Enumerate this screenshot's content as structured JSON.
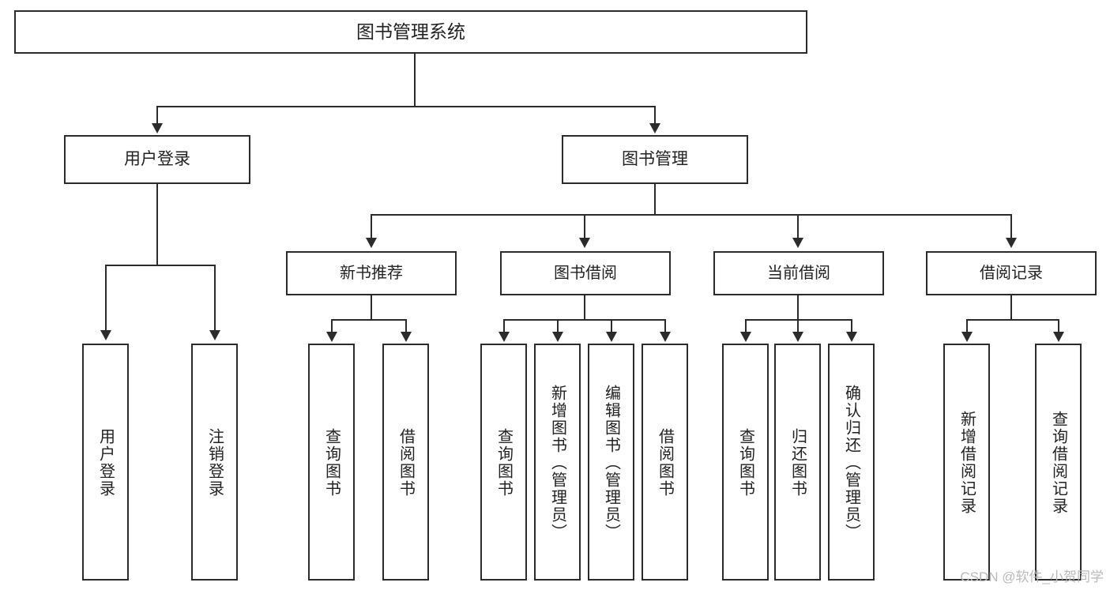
{
  "diagram": {
    "title": "图书管理系统",
    "watermark": "CSDN @软件_小贺同学",
    "root": {
      "label": "图书管理系统"
    },
    "level1": [
      {
        "label": "用户登录"
      },
      {
        "label": "图书管理"
      }
    ],
    "level2": [
      {
        "label": "新书推荐"
      },
      {
        "label": "图书借阅"
      },
      {
        "label": "当前借阅"
      },
      {
        "label": "借阅记录"
      }
    ],
    "leaves_user_login": [
      {
        "label": "用户登录"
      },
      {
        "label": "注销登录"
      }
    ],
    "leaves_new_book": [
      {
        "label": "查询图书"
      },
      {
        "label": "借阅图书"
      }
    ],
    "leaves_borrow": [
      {
        "label": "查询图书"
      },
      {
        "label": "新增图书（管理员）"
      },
      {
        "label": "编辑图书（管理员）"
      },
      {
        "label": "借阅图书"
      }
    ],
    "leaves_current": [
      {
        "label": "查询图书"
      },
      {
        "label": "归还图书"
      },
      {
        "label": "确认归还（管理员）"
      }
    ],
    "leaves_record": [
      {
        "label": "新增借阅记录"
      },
      {
        "label": "查询借阅记录"
      }
    ],
    "colors": {
      "stroke": "#2b2b2b",
      "text": "#222222",
      "background": "#ffffff",
      "watermark": "#b9b9b9"
    }
  }
}
